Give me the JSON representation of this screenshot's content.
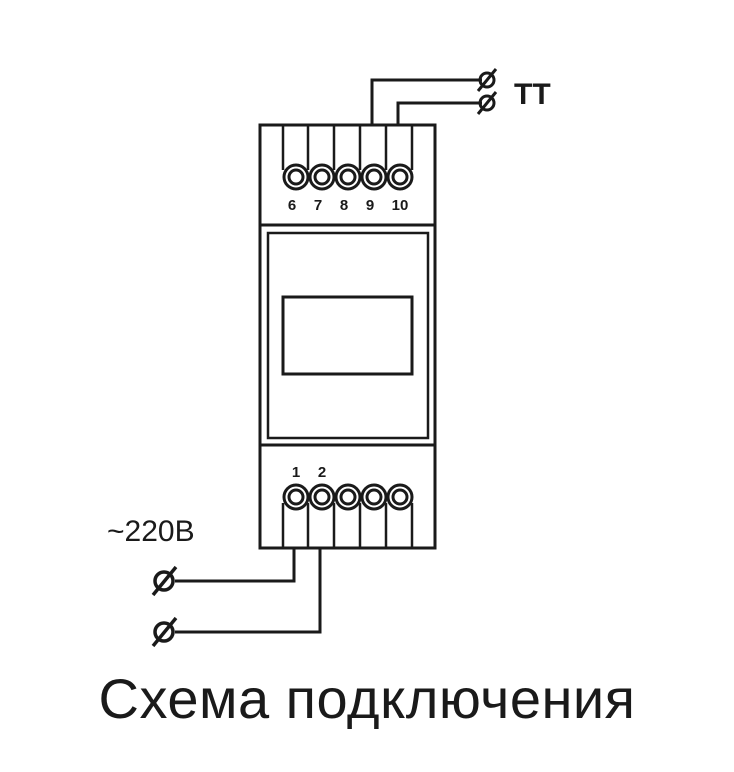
{
  "top_terminals": {
    "labels": [
      "6",
      "7",
      "8",
      "9",
      "10"
    ]
  },
  "bottom_terminals": {
    "labels": [
      "1",
      "2"
    ]
  },
  "current_transformer_label": "ТТ",
  "supply_label": "~220В",
  "caption": "Схема подключения",
  "colors": {
    "line": "#1a1a1a",
    "background": "#ffffff"
  },
  "icons": {
    "terminal_symbol": "Ø"
  }
}
